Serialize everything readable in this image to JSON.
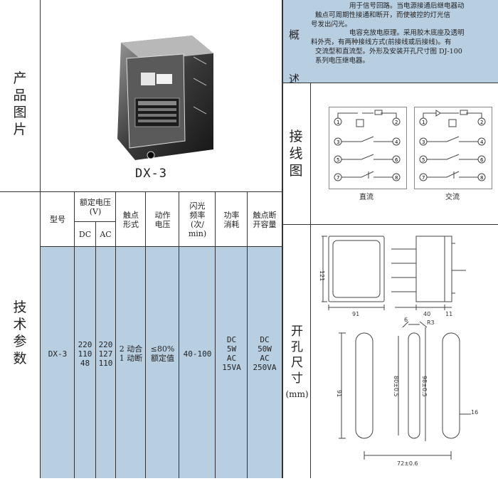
{
  "left": {
    "photo_section_label": [
      "产",
      "品",
      "图",
      "片"
    ],
    "photo_caption": "DX-3",
    "params_section_label": [
      "技",
      "术",
      "参",
      "数"
    ],
    "table": {
      "h_model": [
        "型号"
      ],
      "h_rated_voltage": [
        "额定电压",
        "(V)"
      ],
      "h_dc": "DC",
      "h_ac": "AC",
      "h_contact": [
        "触点",
        "形式"
      ],
      "h_action_voltage": [
        "动作",
        "电压"
      ],
      "h_flash_freq": [
        "闪光",
        "频率",
        "(次/",
        "min)"
      ],
      "h_power": [
        "功率",
        "消耗"
      ],
      "h_breaking": [
        "触点断",
        "开容量"
      ],
      "model": "DX-3",
      "dc_values": [
        "220",
        "110",
        "48"
      ],
      "ac_values": [
        "220",
        "127",
        "110"
      ],
      "contact_form": [
        "2 动合",
        "1 动断"
      ],
      "action_voltage": [
        "≤80%",
        "额定值"
      ],
      "flash_freq": "40-100",
      "power": [
        "DC",
        "5W",
        "AC",
        "15VA"
      ],
      "breaking": [
        "DC",
        "50W",
        "AC",
        "250VA"
      ]
    }
  },
  "right": {
    "overview_label": [
      "概",
      "述"
    ],
    "overview_lines": [
      "用于信号回路。当电源接通后继电器动",
      "触点可周期性接通和断开，而使被控的灯光信",
      "号发出闪光。",
      "电容充放电原理。采用胶木底座及透明",
      "料外壳，有两种接线方式(前接线或后接线)。有",
      "交流型和直流型。外形及安装开孔尺寸图 DJ-100",
      "系列电压继电器。"
    ],
    "wiring_label": [
      "接",
      "线",
      "图"
    ],
    "wiring_dc_caption": "直流",
    "wiring_ac_caption": "交流",
    "terminals": [
      "1",
      "2",
      "3",
      "4",
      "5",
      "6",
      "7",
      "8"
    ],
    "dims_label": [
      "开",
      "孔",
      "尺",
      "寸",
      "(mm)"
    ],
    "dims": {
      "height": "121",
      "width": "91",
      "depth_a": "40",
      "depth_b": "11",
      "slot_width": "6",
      "radius": "R3",
      "slot_len": "80±0.5",
      "slot_len2": "98±0.5",
      "outer_h": "91",
      "side": "16",
      "pitch": "72±0.6"
    }
  }
}
